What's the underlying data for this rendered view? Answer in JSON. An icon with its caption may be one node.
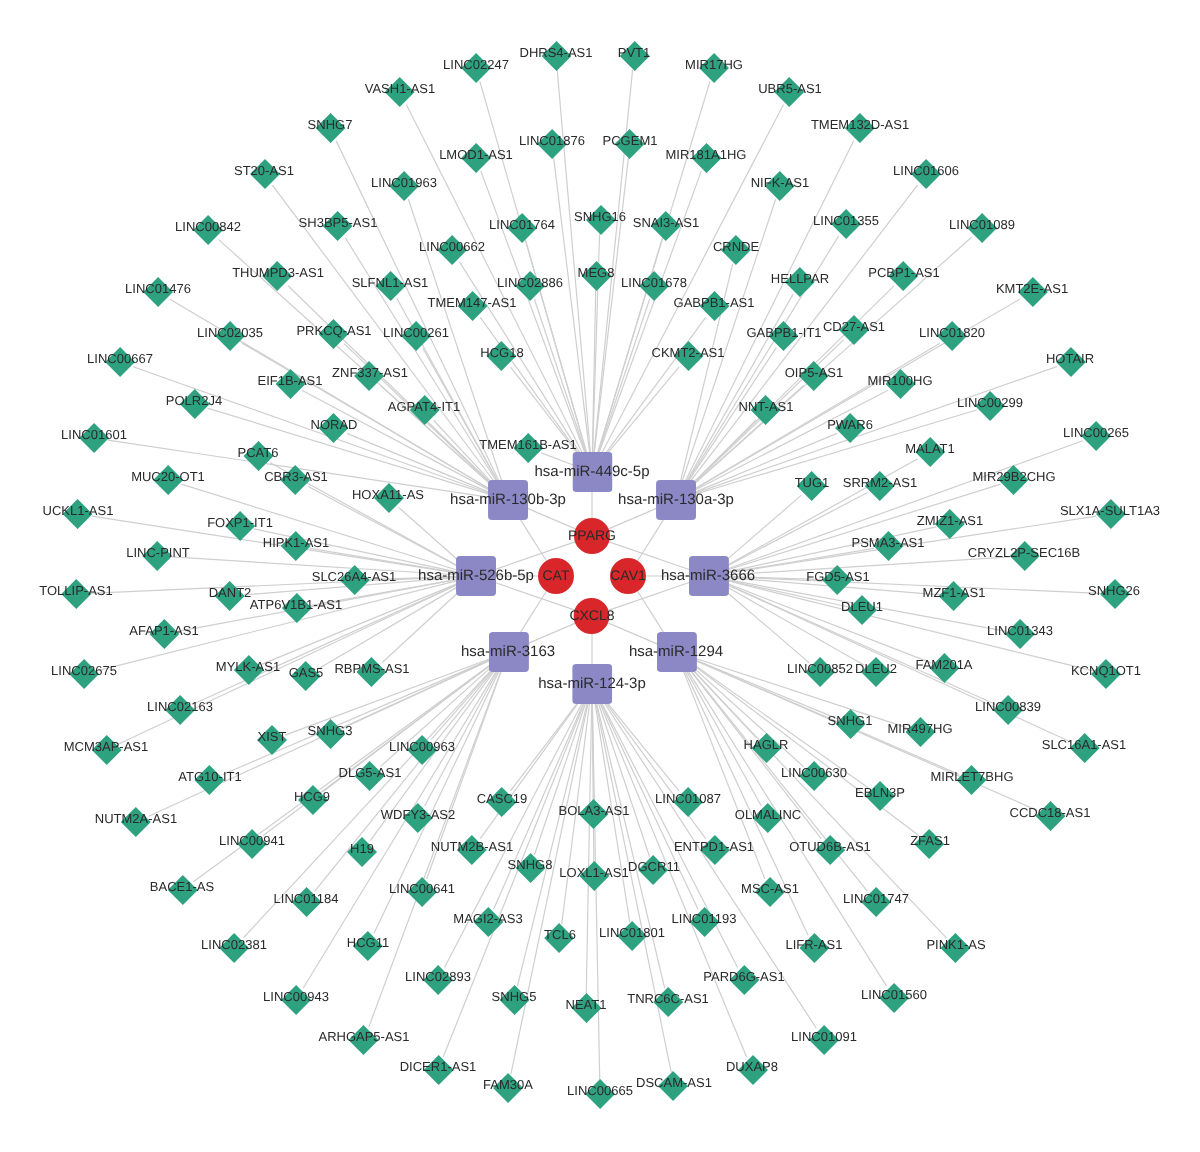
{
  "diagram": {
    "nodes": [
      {
        "text": [
          "hsa-miR-449c-5p"
        ]
      },
      {
        "text": [
          "hsa-miR-130b-3p"
        ]
      },
      {
        "text": [
          "hsa-miR-130a-3p"
        ]
      },
      {
        "text": [
          "PPARG"
        ]
      },
      {
        "text": [
          "hsa-miR-526b-5p"
        ]
      },
      {
        "text": [
          "CAT"
        ]
      },
      {
        "text": [
          "CAV1"
        ]
      },
      {
        "text": [
          "hsa-miR-3666"
        ]
      },
      {
        "text": [
          "CXCL8"
        ]
      },
      {
        "text": [
          "hsa-miR-3163"
        ]
      },
      {
        "text": [
          "hsa-miR-1294"
        ]
      },
      {
        "text": [
          "hsa-miR-124-3p"
        ]
      },
      {
        "text": [
          "LINC02247"
        ]
      },
      {
        "text": [
          "DHRS4-AS1"
        ]
      },
      {
        "text": [
          "PVT1"
        ]
      },
      {
        "text": [
          "MIR17HG"
        ]
      },
      {
        "text": [
          "VASH1-AS1"
        ]
      },
      {
        "text": [
          "UBR5-AS1"
        ]
      },
      {
        "text": [
          "SNHG7"
        ]
      },
      {
        "text": [
          "TMEM132D-AS1"
        ]
      },
      {
        "text": [
          "LINC01876"
        ]
      },
      {
        "text": [
          "PCGEM1"
        ]
      },
      {
        "text": [
          "LMOD1-AS1"
        ]
      },
      {
        "text": [
          "MIR181A1HG"
        ]
      },
      {
        "text": [
          "ST20-AS1"
        ]
      },
      {
        "text": [
          "LINC01606"
        ]
      },
      {
        "text": [
          "LINC01963"
        ]
      },
      {
        "text": [
          "NIFK-AS1"
        ]
      },
      {
        "text": [
          "SNHG16"
        ]
      },
      {
        "text": [
          "LINC01764"
        ]
      },
      {
        "text": [
          "SNAI3-AS1"
        ]
      },
      {
        "text": [
          "LINC01355"
        ]
      },
      {
        "text": [
          "LINC00842"
        ]
      },
      {
        "text": [
          "SH3BP5-AS1"
        ]
      },
      {
        "text": [
          "LINC01089"
        ]
      },
      {
        "text": [
          "LINC00662"
        ]
      },
      {
        "text": [
          "CRNDE"
        ]
      },
      {
        "text": [
          "THUMPD3-AS1"
        ]
      },
      {
        "text": [
          "MEG8"
        ]
      },
      {
        "text": [
          "HELLPAR"
        ]
      },
      {
        "text": [
          "PCBP1-AS1"
        ]
      },
      {
        "text": [
          "LINC02886"
        ]
      },
      {
        "text": [
          "SLFNL1-AS1"
        ]
      },
      {
        "text": [
          "LINC01678"
        ]
      },
      {
        "text": [
          "LINC01476"
        ]
      },
      {
        "text": [
          "KMT2E-AS1"
        ]
      },
      {
        "text": [
          "TMEM147-AS1"
        ]
      },
      {
        "text": [
          "GABPB1-AS1"
        ]
      },
      {
        "text": [
          "LINC02035"
        ]
      },
      {
        "text": [
          "PRKCQ-AS1"
        ]
      },
      {
        "text": [
          "LINC00261"
        ]
      },
      {
        "text": [
          "CD27-AS1"
        ]
      },
      {
        "text": [
          "GABPB1-IT1"
        ]
      },
      {
        "text": [
          "LINC01820"
        ]
      },
      {
        "text": [
          "TMEM161B-AS1"
        ]
      },
      {
        "text": [
          "HCG18"
        ]
      },
      {
        "text": [
          "CKMT2-AS1"
        ]
      },
      {
        "text": [
          "LINC00667"
        ]
      },
      {
        "text": [
          "HOTAIR"
        ]
      },
      {
        "text": [
          "ZNF337-AS1"
        ]
      },
      {
        "text": [
          "OIP5-AS1"
        ]
      },
      {
        "text": [
          "EIF1B-AS1"
        ]
      },
      {
        "text": [
          "MIR100HG"
        ]
      },
      {
        "text": [
          "POLR2J4"
        ]
      },
      {
        "text": [
          "LINC00299"
        ]
      },
      {
        "text": [
          "NNT-AS1"
        ]
      },
      {
        "text": [
          "AGPAT4-IT1"
        ]
      },
      {
        "text": [
          "PWAR6"
        ]
      },
      {
        "text": [
          "NORAD"
        ]
      },
      {
        "text": [
          "LINC01601"
        ]
      },
      {
        "text": [
          "LINC00265"
        ]
      },
      {
        "text": [
          "MALAT1"
        ]
      },
      {
        "text": [
          "PCAT6"
        ]
      },
      {
        "text": [
          "MUC20-OT1"
        ]
      },
      {
        "text": [
          "TUG1"
        ]
      },
      {
        "text": [
          "SRRM2-AS1"
        ]
      },
      {
        "text": [
          "MIR29B2CHG"
        ]
      },
      {
        "text": [
          "CBR3-AS1"
        ]
      },
      {
        "text": [
          "HOXA11-AS"
        ]
      },
      {
        "text": [
          "UCKL1-AS1"
        ]
      },
      {
        "text": [
          "SLX1A-SULT1A3"
        ]
      },
      {
        "text": [
          "ZMIZ1-AS1"
        ]
      },
      {
        "text": [
          "FOXP1-IT1"
        ]
      },
      {
        "text": [
          "HIPK1-AS1"
        ]
      },
      {
        "text": [
          "PSMA3-AS1"
        ]
      },
      {
        "text": [
          "LINC-PINT"
        ]
      },
      {
        "text": [
          "CRYZL2P-SEC16B"
        ]
      },
      {
        "text": [
          "FGD5-AS1"
        ]
      },
      {
        "text": [
          "SLC26A4-AS1"
        ]
      },
      {
        "text": [
          "TOLLIP-AS1"
        ]
      },
      {
        "text": [
          "SNHG26"
        ]
      },
      {
        "text": [
          "DANT2"
        ]
      },
      {
        "text": [
          "MZF1-AS1"
        ]
      },
      {
        "text": [
          "ATP6V1B1-AS1"
        ]
      },
      {
        "text": [
          "DLEU1"
        ]
      },
      {
        "text": [
          "AFAP1-AS1"
        ]
      },
      {
        "text": [
          "LINC01343"
        ]
      },
      {
        "text": [
          "MYLK-AS1"
        ]
      },
      {
        "text": [
          "RBPMS-AS1"
        ]
      },
      {
        "text": [
          "LINC00852"
        ]
      },
      {
        "text": [
          "GAS5"
        ]
      },
      {
        "text": [
          "DLEU2"
        ]
      },
      {
        "text": [
          "FAM201A"
        ]
      },
      {
        "text": [
          "KCNQ1OT1"
        ]
      },
      {
        "text": [
          "LINC02675"
        ]
      },
      {
        "text": [
          "LINC00839"
        ]
      },
      {
        "text": [
          "LINC02163"
        ]
      },
      {
        "text": [
          "SNHG1"
        ]
      },
      {
        "text": [
          "SNHG3"
        ]
      },
      {
        "text": [
          "MIR497HG"
        ]
      },
      {
        "text": [
          "XIST"
        ]
      },
      {
        "text": [
          "HAGLR"
        ]
      },
      {
        "text": [
          "SLC16A1-AS1"
        ]
      },
      {
        "text": [
          "MCM3AP-AS1"
        ]
      },
      {
        "text": [
          "LINC00963"
        ]
      },
      {
        "text": [
          "DLG5-AS1"
        ]
      },
      {
        "text": [
          "LINC00630"
        ]
      },
      {
        "text": [
          "ATG10-IT1"
        ]
      },
      {
        "text": [
          "MIRLET7BHG"
        ]
      },
      {
        "text": [
          "EBLN3P"
        ]
      },
      {
        "text": [
          "HCG9"
        ]
      },
      {
        "text": [
          "LINC01087"
        ]
      },
      {
        "text": [
          "CASC19"
        ]
      },
      {
        "text": [
          "BOLA3-AS1"
        ]
      },
      {
        "text": [
          "CCDC18-AS1"
        ]
      },
      {
        "text": [
          "WDFY3-AS2"
        ]
      },
      {
        "text": [
          "OLMALINC"
        ]
      },
      {
        "text": [
          "NUTM2A-AS1"
        ]
      },
      {
        "text": [
          "LINC00941"
        ]
      },
      {
        "text": [
          "ZFAS1"
        ]
      },
      {
        "text": [
          "ENTPD1-AS1"
        ]
      },
      {
        "text": [
          "OTUD6B-AS1"
        ]
      },
      {
        "text": [
          "NUTM2B-AS1"
        ]
      },
      {
        "text": [
          "H19"
        ]
      },
      {
        "text": [
          "SNHG8"
        ]
      },
      {
        "text": [
          "DGCR11"
        ]
      },
      {
        "text": [
          "LOXL1-AS1"
        ]
      },
      {
        "text": [
          "BACE1-AS"
        ]
      },
      {
        "text": [
          "MSC-AS1"
        ]
      },
      {
        "text": [
          "LINC00641"
        ]
      },
      {
        "text": [
          "LINC01747"
        ]
      },
      {
        "text": [
          "LINC01184"
        ]
      },
      {
        "text": [
          "LINC01193"
        ]
      },
      {
        "text": [
          "MAGI2-AS3"
        ]
      },
      {
        "text": [
          "LINC01801"
        ]
      },
      {
        "text": [
          "TCL6"
        ]
      },
      {
        "text": [
          "LINC02381"
        ]
      },
      {
        "text": [
          "HCG11"
        ]
      },
      {
        "text": [
          "LIFR-AS1"
        ]
      },
      {
        "text": [
          "PINK1-AS"
        ]
      },
      {
        "text": [
          "LINC02893"
        ]
      },
      {
        "text": [
          "PARD6G-AS1"
        ]
      },
      {
        "text": [
          "LINC01560"
        ]
      },
      {
        "text": [
          "LINC00943"
        ]
      },
      {
        "text": [
          "SNHG5"
        ]
      },
      {
        "text": [
          "TNRC6C-AS1"
        ]
      },
      {
        "text": [
          "NEAT1"
        ]
      },
      {
        "text": [
          "ARHGAP5-AS1"
        ]
      },
      {
        "text": [
          "LINC01091"
        ]
      },
      {
        "text": [
          "DICER1-AS1"
        ]
      },
      {
        "text": [
          "DUXAP8"
        ]
      },
      {
        "text": [
          "DSCAM-AS1"
        ]
      },
      {
        "text": [
          "FAM30A"
        ]
      },
      {
        "text": [
          "LINC00665"
        ]
      }
    ],
    "edges": [
      {
        "from": 0,
        "to": 3,
        "arrow": "none"
      },
      {
        "from": 1,
        "to": 3,
        "arrow": "none"
      },
      {
        "from": 1,
        "to": 5,
        "arrow": "none"
      },
      {
        "from": 2,
        "to": 3,
        "arrow": "none"
      },
      {
        "from": 2,
        "to": 6,
        "arrow": "none"
      },
      {
        "from": 4,
        "to": 3,
        "arrow": "none"
      },
      {
        "from": 4,
        "to": 5,
        "arrow": "none"
      },
      {
        "from": 4,
        "to": 8,
        "arrow": "none"
      },
      {
        "from": 7,
        "to": 3,
        "arrow": "none"
      },
      {
        "from": 7,
        "to": 6,
        "arrow": "none"
      },
      {
        "from": 7,
        "to": 8,
        "arrow": "none"
      },
      {
        "from": 9,
        "to": 5,
        "arrow": "none"
      },
      {
        "from": 9,
        "to": 8,
        "arrow": "none"
      },
      {
        "from": 10,
        "to": 6,
        "arrow": "none"
      },
      {
        "from": 10,
        "to": 8,
        "arrow": "none"
      },
      {
        "from": 11,
        "to": 8,
        "arrow": "none"
      },
      {
        "from": 12,
        "to": 0,
        "arrow": "none"
      },
      {
        "from": 13,
        "to": 0,
        "arrow": "none"
      },
      {
        "from": 14,
        "to": 0,
        "arrow": "none"
      },
      {
        "from": 15,
        "to": 0,
        "arrow": "none"
      },
      {
        "from": 16,
        "to": 0,
        "arrow": "none"
      },
      {
        "from": 17,
        "to": 0,
        "arrow": "none"
      },
      {
        "from": 18,
        "to": 1,
        "arrow": "none"
      },
      {
        "from": 19,
        "to": 2,
        "arrow": "none"
      },
      {
        "from": 20,
        "to": 0,
        "arrow": "none"
      },
      {
        "from": 21,
        "to": 0,
        "arrow": "none"
      },
      {
        "from": 22,
        "to": 0,
        "arrow": "none"
      },
      {
        "from": 23,
        "to": 0,
        "arrow": "none"
      },
      {
        "from": 24,
        "to": 1,
        "arrow": "none"
      },
      {
        "from": 25,
        "to": 2,
        "arrow": "none"
      },
      {
        "from": 26,
        "to": 1,
        "arrow": "none"
      },
      {
        "from": 27,
        "to": 2,
        "arrow": "none"
      },
      {
        "from": 28,
        "to": 0,
        "arrow": "none"
      },
      {
        "from": 29,
        "to": 0,
        "arrow": "none"
      },
      {
        "from": 30,
        "to": 0,
        "arrow": "none"
      },
      {
        "from": 31,
        "to": 2,
        "arrow": "none"
      },
      {
        "from": 32,
        "to": 1,
        "arrow": "none"
      },
      {
        "from": 33,
        "to": 1,
        "arrow": "none"
      },
      {
        "from": 34,
        "to": 2,
        "arrow": "none"
      },
      {
        "from": 35,
        "to": 0,
        "arrow": "none"
      },
      {
        "from": 36,
        "to": 2,
        "arrow": "none"
      },
      {
        "from": 37,
        "to": 1,
        "arrow": "none"
      },
      {
        "from": 38,
        "to": 0,
        "arrow": "none"
      },
      {
        "from": 39,
        "to": 2,
        "arrow": "none"
      },
      {
        "from": 40,
        "to": 2,
        "arrow": "none"
      },
      {
        "from": 41,
        "to": 0,
        "arrow": "none"
      },
      {
        "from": 42,
        "to": 1,
        "arrow": "none"
      },
      {
        "from": 43,
        "to": 0,
        "arrow": "none"
      },
      {
        "from": 44,
        "to": 1,
        "arrow": "none"
      },
      {
        "from": 45,
        "to": 2,
        "arrow": "none"
      },
      {
        "from": 46,
        "to": 0,
        "arrow": "none"
      },
      {
        "from": 47,
        "to": 0,
        "arrow": "none"
      },
      {
        "from": 48,
        "to": 1,
        "arrow": "none"
      },
      {
        "from": 49,
        "to": 1,
        "arrow": "none"
      },
      {
        "from": 50,
        "to": 1,
        "arrow": "none"
      },
      {
        "from": 51,
        "to": 2,
        "arrow": "none"
      },
      {
        "from": 52,
        "to": 2,
        "arrow": "none"
      },
      {
        "from": 53,
        "to": 2,
        "arrow": "none"
      },
      {
        "from": 54,
        "to": 0,
        "arrow": "none"
      },
      {
        "from": 55,
        "to": 0,
        "arrow": "none"
      },
      {
        "from": 56,
        "to": 0,
        "arrow": "none"
      },
      {
        "from": 57,
        "to": 1,
        "arrow": "none"
      },
      {
        "from": 58,
        "to": 2,
        "arrow": "none"
      },
      {
        "from": 59,
        "to": 1,
        "arrow": "none"
      },
      {
        "from": 60,
        "to": 2,
        "arrow": "none"
      },
      {
        "from": 61,
        "to": 1,
        "arrow": "none"
      },
      {
        "from": 62,
        "to": 2,
        "arrow": "none"
      },
      {
        "from": 63,
        "to": 1,
        "arrow": "none"
      },
      {
        "from": 64,
        "to": 2,
        "arrow": "none"
      },
      {
        "from": 65,
        "to": 2,
        "arrow": "none"
      },
      {
        "from": 66,
        "to": 1,
        "arrow": "none"
      },
      {
        "from": 67,
        "to": 2,
        "arrow": "none"
      },
      {
        "from": 68,
        "to": 1,
        "arrow": "none"
      },
      {
        "from": 69,
        "to": 1,
        "arrow": "none"
      },
      {
        "from": 70,
        "to": 7,
        "arrow": "none"
      },
      {
        "from": 71,
        "to": 7,
        "arrow": "none"
      },
      {
        "from": 72,
        "to": 4,
        "arrow": "none"
      },
      {
        "from": 73,
        "to": 4,
        "arrow": "none"
      },
      {
        "from": 74,
        "to": 7,
        "arrow": "none"
      },
      {
        "from": 75,
        "to": 7,
        "arrow": "none"
      },
      {
        "from": 76,
        "to": 7,
        "arrow": "none"
      },
      {
        "from": 77,
        "to": 4,
        "arrow": "none"
      },
      {
        "from": 78,
        "to": 4,
        "arrow": "none"
      },
      {
        "from": 79,
        "to": 4,
        "arrow": "none"
      },
      {
        "from": 80,
        "to": 7,
        "arrow": "none"
      },
      {
        "from": 81,
        "to": 7,
        "arrow": "none"
      },
      {
        "from": 82,
        "to": 4,
        "arrow": "none"
      },
      {
        "from": 83,
        "to": 4,
        "arrow": "none"
      },
      {
        "from": 84,
        "to": 7,
        "arrow": "none"
      },
      {
        "from": 85,
        "to": 4,
        "arrow": "none"
      },
      {
        "from": 86,
        "to": 7,
        "arrow": "none"
      },
      {
        "from": 87,
        "to": 7,
        "arrow": "none"
      },
      {
        "from": 88,
        "to": 4,
        "arrow": "none"
      },
      {
        "from": 89,
        "to": 4,
        "arrow": "none"
      },
      {
        "from": 90,
        "to": 7,
        "arrow": "none"
      },
      {
        "from": 91,
        "to": 4,
        "arrow": "none"
      },
      {
        "from": 92,
        "to": 7,
        "arrow": "none"
      },
      {
        "from": 93,
        "to": 4,
        "arrow": "none"
      },
      {
        "from": 94,
        "to": 7,
        "arrow": "none"
      },
      {
        "from": 95,
        "to": 4,
        "arrow": "none"
      },
      {
        "from": 96,
        "to": 7,
        "arrow": "none"
      },
      {
        "from": 97,
        "to": 4,
        "arrow": "none"
      },
      {
        "from": 98,
        "to": 4,
        "arrow": "none"
      },
      {
        "from": 99,
        "to": 7,
        "arrow": "none"
      },
      {
        "from": 100,
        "to": 4,
        "arrow": "none"
      },
      {
        "from": 101,
        "to": 7,
        "arrow": "none"
      },
      {
        "from": 102,
        "to": 7,
        "arrow": "none"
      },
      {
        "from": 103,
        "to": 7,
        "arrow": "none"
      },
      {
        "from": 104,
        "to": 4,
        "arrow": "none"
      },
      {
        "from": 105,
        "to": 7,
        "arrow": "none"
      },
      {
        "from": 106,
        "to": 4,
        "arrow": "none"
      },
      {
        "from": 107,
        "to": 10,
        "arrow": "none"
      },
      {
        "from": 108,
        "to": 9,
        "arrow": "none"
      },
      {
        "from": 109,
        "to": 10,
        "arrow": "none"
      },
      {
        "from": 110,
        "to": 9,
        "arrow": "none"
      },
      {
        "from": 111,
        "to": 10,
        "arrow": "none"
      },
      {
        "from": 112,
        "to": 7,
        "arrow": "none"
      },
      {
        "from": 113,
        "to": 4,
        "arrow": "none"
      },
      {
        "from": 114,
        "to": 9,
        "arrow": "none"
      },
      {
        "from": 115,
        "to": 9,
        "arrow": "none"
      },
      {
        "from": 116,
        "to": 10,
        "arrow": "none"
      },
      {
        "from": 117,
        "to": 9,
        "arrow": "none"
      },
      {
        "from": 118,
        "to": 10,
        "arrow": "none"
      },
      {
        "from": 119,
        "to": 10,
        "arrow": "none"
      },
      {
        "from": 120,
        "to": 9,
        "arrow": "none"
      },
      {
        "from": 121,
        "to": 11,
        "arrow": "none"
      },
      {
        "from": 122,
        "to": 11,
        "arrow": "none"
      },
      {
        "from": 123,
        "to": 11,
        "arrow": "none"
      },
      {
        "from": 124,
        "to": 10,
        "arrow": "none"
      },
      {
        "from": 125,
        "to": 9,
        "arrow": "none"
      },
      {
        "from": 126,
        "to": 10,
        "arrow": "none"
      },
      {
        "from": 127,
        "to": 9,
        "arrow": "none"
      },
      {
        "from": 128,
        "to": 9,
        "arrow": "none"
      },
      {
        "from": 129,
        "to": 10,
        "arrow": "none"
      },
      {
        "from": 130,
        "to": 11,
        "arrow": "none"
      },
      {
        "from": 131,
        "to": 10,
        "arrow": "none"
      },
      {
        "from": 132,
        "to": 11,
        "arrow": "none"
      },
      {
        "from": 133,
        "to": 9,
        "arrow": "none"
      },
      {
        "from": 134,
        "to": 11,
        "arrow": "none"
      },
      {
        "from": 135,
        "to": 11,
        "arrow": "none"
      },
      {
        "from": 136,
        "to": 11,
        "arrow": "none"
      },
      {
        "from": 137,
        "to": 9,
        "arrow": "none"
      },
      {
        "from": 138,
        "to": 10,
        "arrow": "none"
      },
      {
        "from": 139,
        "to": 9,
        "arrow": "none"
      },
      {
        "from": 140,
        "to": 10,
        "arrow": "none"
      },
      {
        "from": 141,
        "to": 9,
        "arrow": "none"
      },
      {
        "from": 142,
        "to": 11,
        "arrow": "none"
      },
      {
        "from": 143,
        "to": 11,
        "arrow": "none"
      },
      {
        "from": 144,
        "to": 11,
        "arrow": "none"
      },
      {
        "from": 145,
        "to": 11,
        "arrow": "none"
      },
      {
        "from": 146,
        "to": 9,
        "arrow": "none"
      },
      {
        "from": 147,
        "to": 9,
        "arrow": "none"
      },
      {
        "from": 148,
        "to": 10,
        "arrow": "none"
      },
      {
        "from": 149,
        "to": 10,
        "arrow": "none"
      },
      {
        "from": 150,
        "to": 11,
        "arrow": "none"
      },
      {
        "from": 151,
        "to": 11,
        "arrow": "none"
      },
      {
        "from": 152,
        "to": 10,
        "arrow": "none"
      },
      {
        "from": 153,
        "to": 9,
        "arrow": "none"
      },
      {
        "from": 154,
        "to": 11,
        "arrow": "none"
      },
      {
        "from": 155,
        "to": 11,
        "arrow": "none"
      },
      {
        "from": 156,
        "to": 11,
        "arrow": "none"
      },
      {
        "from": 157,
        "to": 9,
        "arrow": "none"
      },
      {
        "from": 158,
        "to": 11,
        "arrow": "none"
      },
      {
        "from": 159,
        "to": 11,
        "arrow": "none"
      },
      {
        "from": 160,
        "to": 11,
        "arrow": "none"
      },
      {
        "from": 161,
        "to": 11,
        "arrow": "none"
      },
      {
        "from": 162,
        "to": 11,
        "arrow": "none"
      },
      {
        "from": 163,
        "to": 11,
        "arrow": "none"
      }
    ]
  }
}
